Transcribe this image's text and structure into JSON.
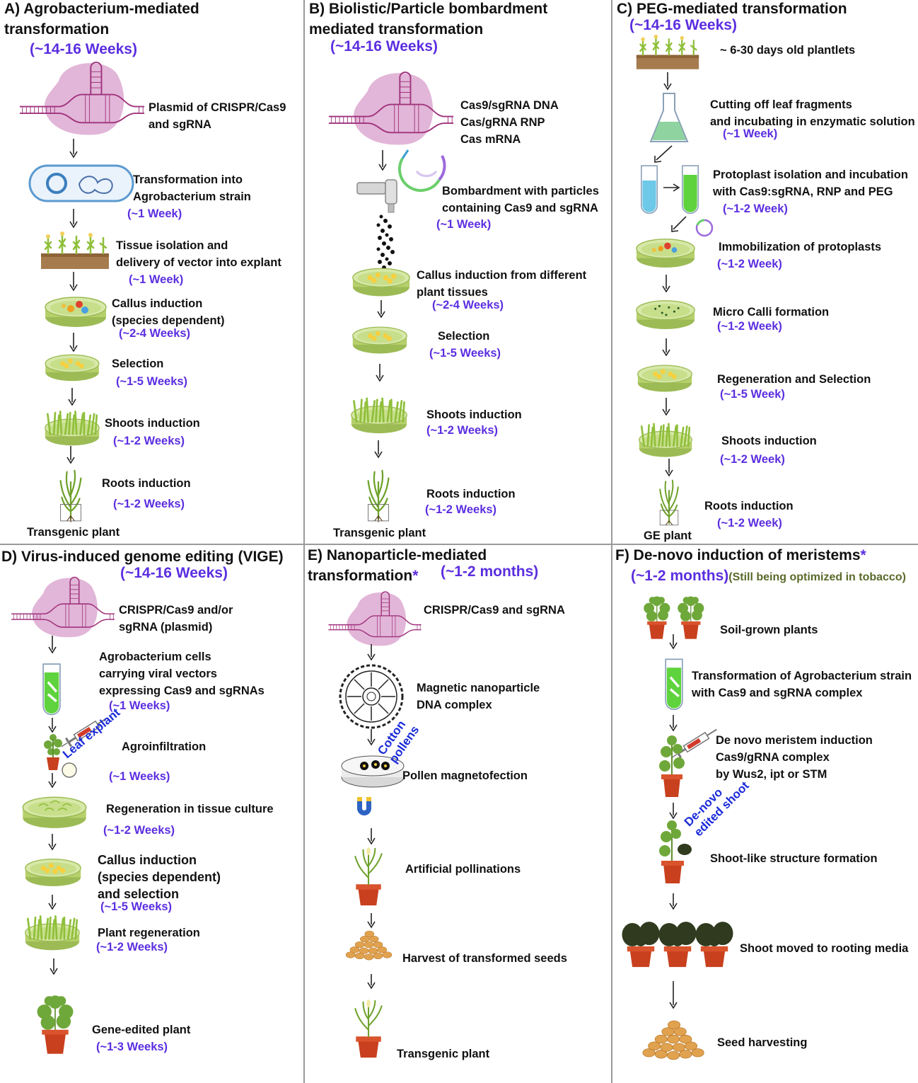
{
  "panels": {
    "a": {
      "title": "A) Agrobacterium-mediated\ntransformation",
      "duration": "(~14-16 Weeks)",
      "steps": [
        {
          "label": "Plasmid of CRISPR/Cas9\nand sgRNA",
          "time": ""
        },
        {
          "label": "Transformation into\nAgrobacterium strain",
          "time": "(~1 Week)"
        },
        {
          "label": "Tissue isolation and\ndelivery of vector into explant",
          "time": "(~1 Week)"
        },
        {
          "label": "Callus induction\n(species dependent)",
          "time": "(~2-4 Weeks)"
        },
        {
          "label": "Selection",
          "time": "(~1-5 Weeks)"
        },
        {
          "label": "Shoots induction",
          "time": "(~1-2 Weeks)"
        },
        {
          "label": "Roots induction",
          "time": "(~1-2 Weeks)"
        }
      ],
      "caption": "Transgenic plant"
    },
    "b": {
      "title": "B) Biolistic/Particle bombardment\n mediated  transformation",
      "duration": "(~14-16 Weeks)",
      "steps": [
        {
          "label": "Cas9/sgRNA DNA\nCas/gRNA RNP\nCas mRNA",
          "time": ""
        },
        {
          "label": "Bombardment with particles\ncontaining Cas9 and sgRNA",
          "time": "(~1 Week)"
        },
        {
          "label": "Callus induction from different\nplant tissues",
          "time": "(~2-4 Weeks)"
        },
        {
          "label": "Selection",
          "time": "(~1-5 Weeks)"
        },
        {
          "label": "Shoots induction",
          "time": "(~1-2 Weeks)"
        },
        {
          "label": "Roots induction",
          "time": "(~1-2 Weeks)"
        }
      ],
      "caption": "Transgenic plant"
    },
    "c": {
      "title": "C) PEG-mediated transformation",
      "duration": "(~14-16 Weeks)",
      "steps": [
        {
          "label": "~ 6-30 days old plantlets",
          "time": ""
        },
        {
          "label": "Cutting off leaf fragments\nand incubating in enzymatic solution",
          "time": "(~1 Week)"
        },
        {
          "label": "Protoplast isolation and incubation\nwith Cas9:sgRNA, RNP and PEG",
          "time": "(~1-2 Week)"
        },
        {
          "label": "Immobilization of protoplasts",
          "time": "(~1-2 Week)"
        },
        {
          "label": "Micro Calli formation",
          "time": "(~1-2 Week)"
        },
        {
          "label": "Regeneration and Selection",
          "time": "(~1-5 Week)"
        },
        {
          "label": "Shoots induction",
          "time": "(~1-2 Week)"
        },
        {
          "label": "Roots induction",
          "time": "(~1-2 Week)"
        }
      ],
      "caption": "GE plant"
    },
    "d": {
      "title": "D) Virus-induced genome editing (VIGE)",
      "duration": "(~14-16 Weeks)",
      "steps": [
        {
          "label": "CRISPR/Cas9 and/or\nsgRNA (plasmid)",
          "time": ""
        },
        {
          "label": "Agrobacterium cells\ncarrying viral vectors\nexpressing Cas9 and sgRNAs",
          "time": "(~1 Weeks)"
        },
        {
          "label": "Agroinfiltration",
          "time": "(~1 Weeks)"
        },
        {
          "label": "Regeneration in tissue culture",
          "time": "(~1-2 Weeks)"
        },
        {
          "label": "Callus induction\n(species dependent)\nand selection",
          "time": "(~1-5 Weeks)"
        },
        {
          "label": "Plant regeneration",
          "time": "(~1-2 Weeks)"
        },
        {
          "label": "Gene-edited plant",
          "time": "(~1-3 Weeks)"
        }
      ],
      "tag": "Leaf explant"
    },
    "e": {
      "title": "E) Nanoparticle-mediated\ntransformation",
      "asterisk": "*",
      "duration": "(~1-2 months)",
      "steps": [
        {
          "label": "CRISPR/Cas9 and sgRNA"
        },
        {
          "label": "Magnetic nanoparticle\n DNA complex"
        },
        {
          "label": "Pollen magnetofection"
        },
        {
          "label": "Artificial pollinations"
        },
        {
          "label": "Harvest of transformed seeds"
        },
        {
          "label": "Transgenic plant"
        }
      ],
      "tag": "Cotton\npollens"
    },
    "f": {
      "title": "F) De-novo induction of meristems",
      "asterisk": "*",
      "duration": "(~1-2 months)",
      "note": "(Still being optimized in tobacco)",
      "steps": [
        {
          "label": "Soil-grown plants"
        },
        {
          "label": "Transformation of Agrobacterium strain\nwith Cas9 and sgRNA complex"
        },
        {
          "label": "De novo meristem induction\n Cas9/gRNA complex\n by Wus2, ipt or STM"
        },
        {
          "label": "Shoot-like structure formation"
        },
        {
          "label": "Shoot moved to rooting media"
        },
        {
          "label": "Seed harvesting"
        }
      ],
      "tag": "De-novo\nedited shoot"
    }
  },
  "colors": {
    "duration": "#5b2ee0",
    "blue_label": "#1a2ad8",
    "plasmid_bg": "#e2b6d8",
    "dna": "#a0337d",
    "dish_green": "#bcd57a",
    "dish_rim": "#9cbb55",
    "soil": "#a67c4e",
    "pot": "#c8401e",
    "leaf": "#8fbf3a",
    "dark_leaf": "#2f3a1e",
    "seed": "#e1a250"
  }
}
